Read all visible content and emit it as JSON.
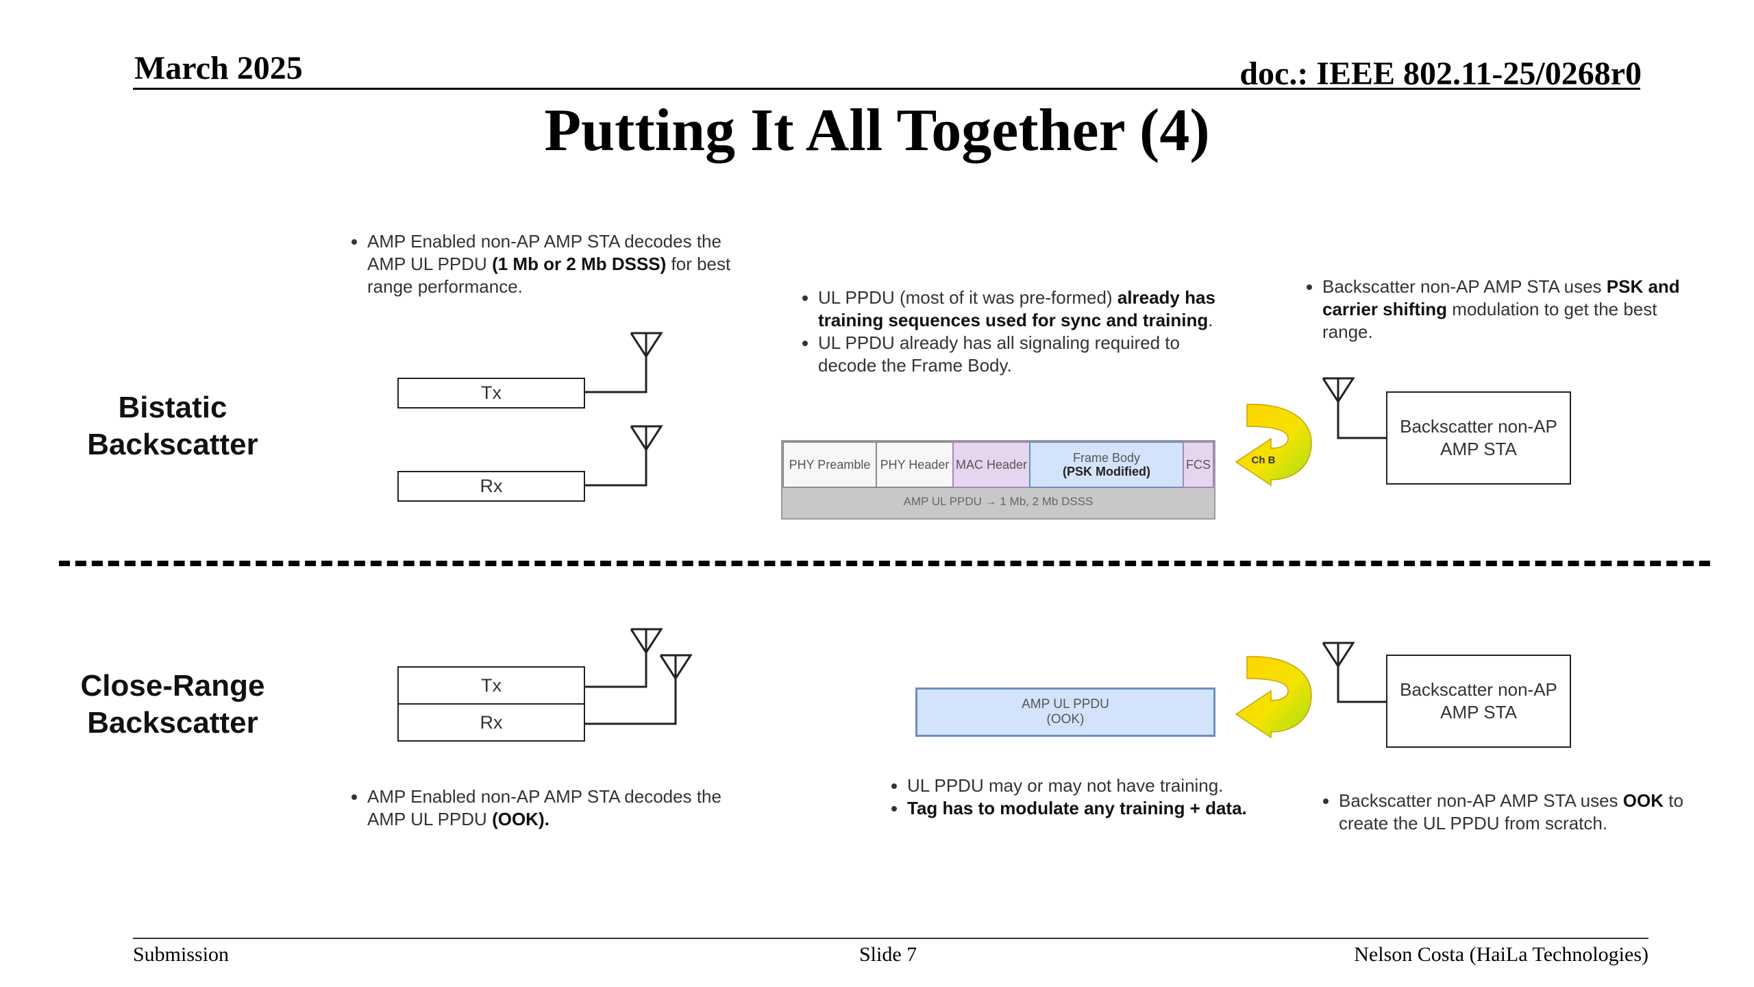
{
  "header": {
    "date": "March 2025",
    "doc": "doc.: IEEE 802.11-25/0268r0"
  },
  "title": "Putting It All Together (4)",
  "bistatic": {
    "label_line1": "Bistatic",
    "label_line2": "Backscatter",
    "reader_bullet": {
      "text1": "AMP Enabled non-AP AMP STA decodes the AMP UL PPDU ",
      "bold1": "(1 Mb or 2 Mb DSSS)",
      "text2": " for best range performance."
    },
    "tx_label": "Tx",
    "rx_label": "Rx",
    "ppdu_bullets": [
      {
        "text1": "UL PPDU (most of it was pre-formed) ",
        "bold1": "already has training sequences used for sync and training",
        "text2": "."
      },
      {
        "text1": "UL PPDU already has all signaling required to decode the Frame Body.",
        "bold1": "",
        "text2": ""
      }
    ],
    "frame": {
      "fields": [
        "PHY Preamble",
        "PHY Header",
        "MAC Header"
      ],
      "body_line1": "Frame Body",
      "body_line2": "(PSK Modified)",
      "fcs": "FCS",
      "caption": "AMP UL PPDU → 1 Mb, 2 Mb DSSS"
    },
    "arrow_label": "Ch B",
    "tag_bullet": {
      "text1": "Backscatter non-AP AMP STA uses ",
      "bold1": "PSK and carrier shifting",
      "text2": " modulation to get the best range."
    },
    "tag_box_line1": "Backscatter non-AP",
    "tag_box_line2": "AMP STA"
  },
  "closerange": {
    "label_line1": "Close-Range",
    "label_line2": "Backscatter",
    "tx_label": "Tx",
    "rx_label": "Rx",
    "reader_bullet": {
      "text1": "AMP Enabled non-AP AMP STA decodes the AMP UL PPDU ",
      "bold1": "(OOK).",
      "text2": ""
    },
    "ppdu_line1": "AMP UL PPDU",
    "ppdu_line2": "(OOK)",
    "ppdu_bullets": [
      {
        "text1": "UL PPDU may or may not have training.",
        "bold1": "",
        "text2": ""
      },
      {
        "text1": "",
        "bold1": "Tag has to modulate any training + data.",
        "text2": ""
      }
    ],
    "tag_bullet": {
      "text1": "Backscatter non-AP AMP STA uses ",
      "bold1": "OOK",
      "text2": " to create the UL PPDU from scratch."
    },
    "tag_box_line1": "Backscatter non-AP",
    "tag_box_line2": "AMP STA"
  },
  "footer": {
    "left": "Submission",
    "center": "Slide 7",
    "right": "Nelson Costa (HaiLa Technologies)"
  }
}
